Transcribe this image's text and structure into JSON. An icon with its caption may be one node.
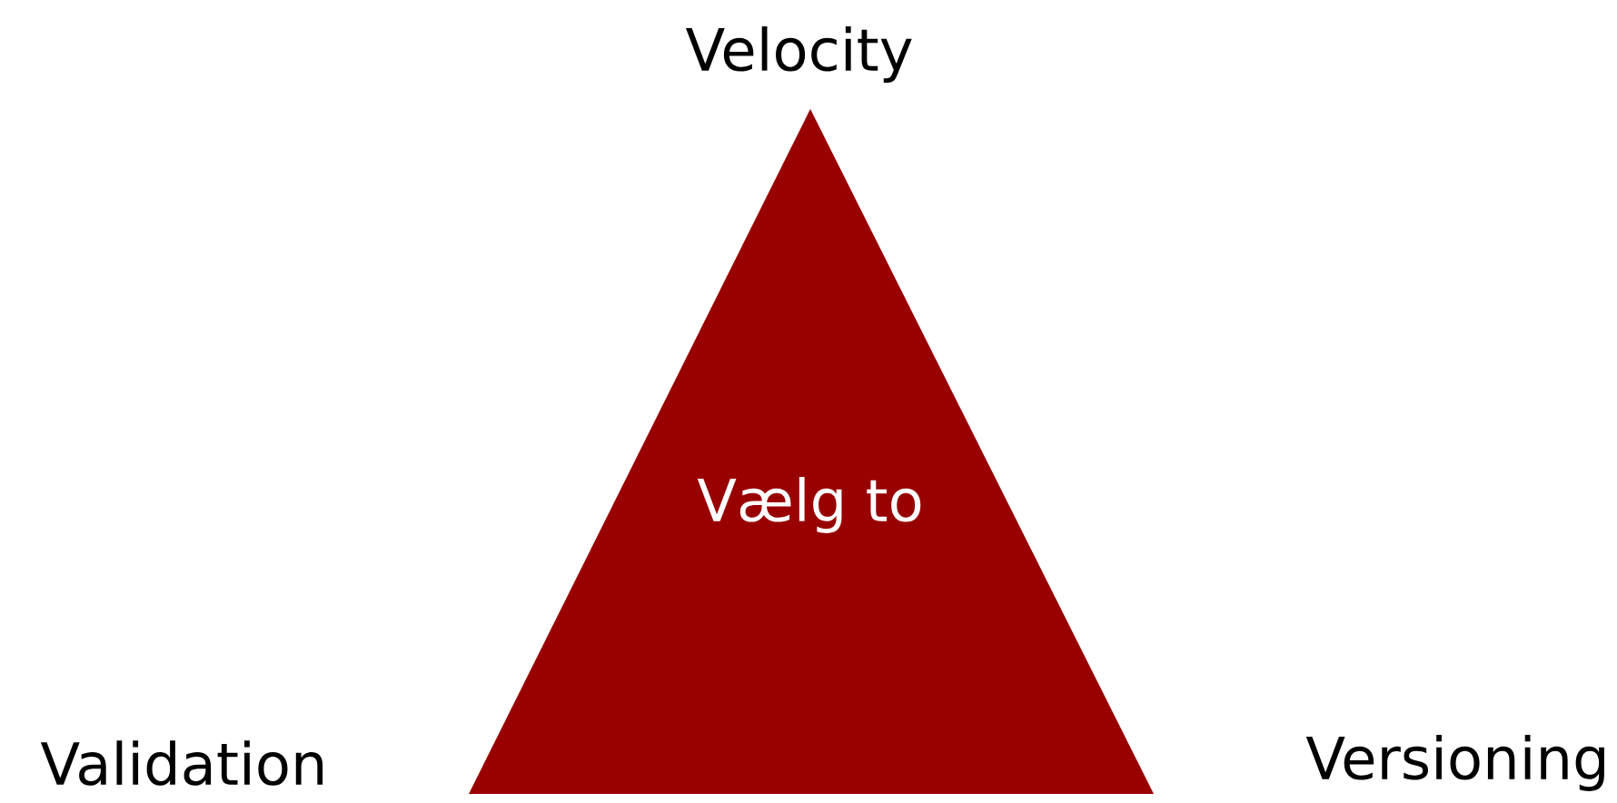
{
  "diagram": {
    "nodes": [
      {
        "text": [
          "Vælg to"
        ]
      }
    ],
    "labels": [
      "Velocity",
      "Validation",
      "Versioning"
    ]
  }
}
